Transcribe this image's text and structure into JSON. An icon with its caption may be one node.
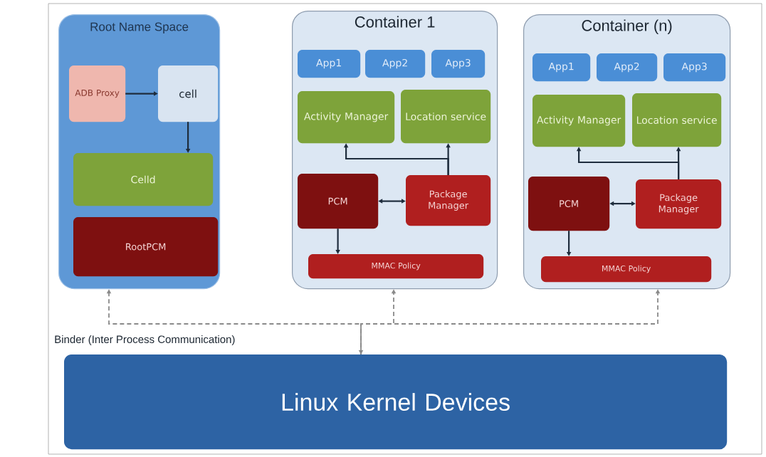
{
  "diagram": {
    "nodes": [
      {
        "text": [
          "Root Name Space"
        ]
      },
      {
        "text": [
          "ADB Proxy"
        ],
        "in": 0
      },
      {
        "text": [
          "cell"
        ],
        "in": 0
      },
      {
        "text": [
          "Celld"
        ],
        "in": 0
      },
      {
        "text": [
          "RootPCM"
        ],
        "in": 0
      },
      {
        "text": [
          "Container 1"
        ]
      },
      {
        "text": [
          "App1"
        ],
        "in": 5
      },
      {
        "text": [
          "App2"
        ],
        "in": 5
      },
      {
        "text": [
          "App3"
        ],
        "in": 5
      },
      {
        "text": [
          "Activity Manager"
        ],
        "in": 5
      },
      {
        "text": [
          "Location service"
        ],
        "in": 5
      },
      {
        "text": [
          "PCM"
        ],
        "in": 5
      },
      {
        "text": [
          "Package Manager"
        ],
        "in": 5
      },
      {
        "text": [
          "MMAC Policy"
        ],
        "in": 5
      },
      {
        "text": [
          "Container (n)"
        ]
      },
      {
        "text": [
          "App1"
        ],
        "in": 14
      },
      {
        "text": [
          "App2"
        ],
        "in": 14
      },
      {
        "text": [
          "App3"
        ],
        "in": 14
      },
      {
        "text": [
          "Activity Manager"
        ],
        "in": 14
      },
      {
        "text": [
          "Location service"
        ],
        "in": 14
      },
      {
        "text": [
          "PCM"
        ],
        "in": 14
      },
      {
        "text": [
          "Package Manager"
        ],
        "in": 14
      },
      {
        "text": [
          "MMAC Policy"
        ],
        "in": 14
      },
      {
        "text": [
          "Linux Kernel Devices"
        ]
      }
    ],
    "edges": [
      {
        "from": 1,
        "to": 2,
        "arrow": "to"
      },
      {
        "from": 2,
        "to": 3,
        "arrow": "to"
      },
      {
        "from": 12,
        "to": 9,
        "arrow": "to"
      },
      {
        "from": 12,
        "to": 10,
        "arrow": "to"
      },
      {
        "from": 11,
        "to": 12,
        "arrow": "both"
      },
      {
        "from": 11,
        "to": 13,
        "arrow": "to"
      },
      {
        "from": 21,
        "to": 18,
        "arrow": "to"
      },
      {
        "from": 21,
        "to": 19,
        "arrow": "to"
      },
      {
        "from": 20,
        "to": 21,
        "arrow": "both"
      },
      {
        "from": 20,
        "to": 22,
        "arrow": "to"
      },
      {
        "from": 23,
        "to": 0,
        "arrow": "both",
        "style": "dashed",
        "color": "#8a8a8a"
      },
      {
        "from": 23,
        "to": 5,
        "arrow": "to",
        "style": "dashed",
        "color": "#8a8a8a"
      },
      {
        "from": 23,
        "to": 14,
        "arrow": "to",
        "style": "dashed",
        "color": "#8a8a8a"
      }
    ],
    "labels": [
      "Binder (Inter Process Communication)"
    ]
  }
}
